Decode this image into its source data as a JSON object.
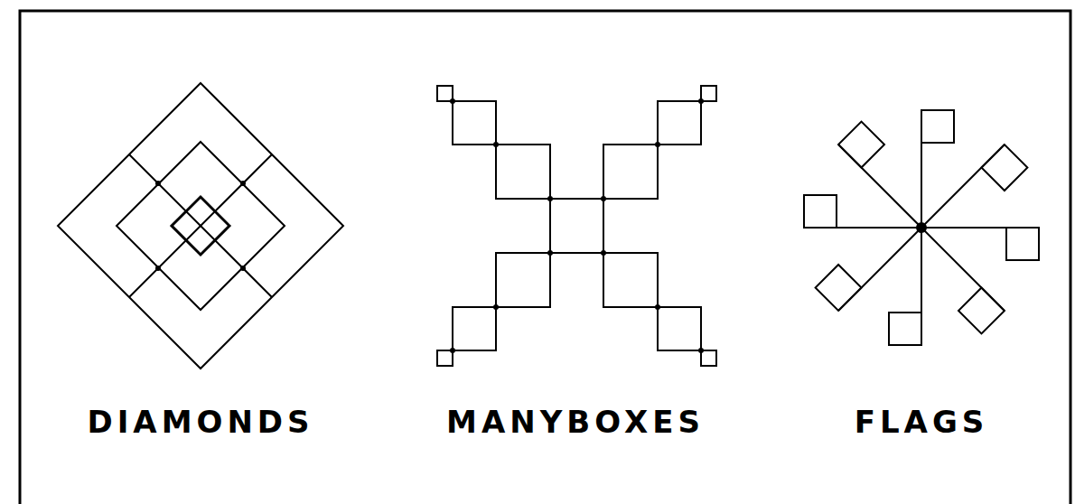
{
  "diagram": {
    "labels": [
      "DIAMONDS",
      "MANYBOXES",
      "FLAGS"
    ]
  }
}
